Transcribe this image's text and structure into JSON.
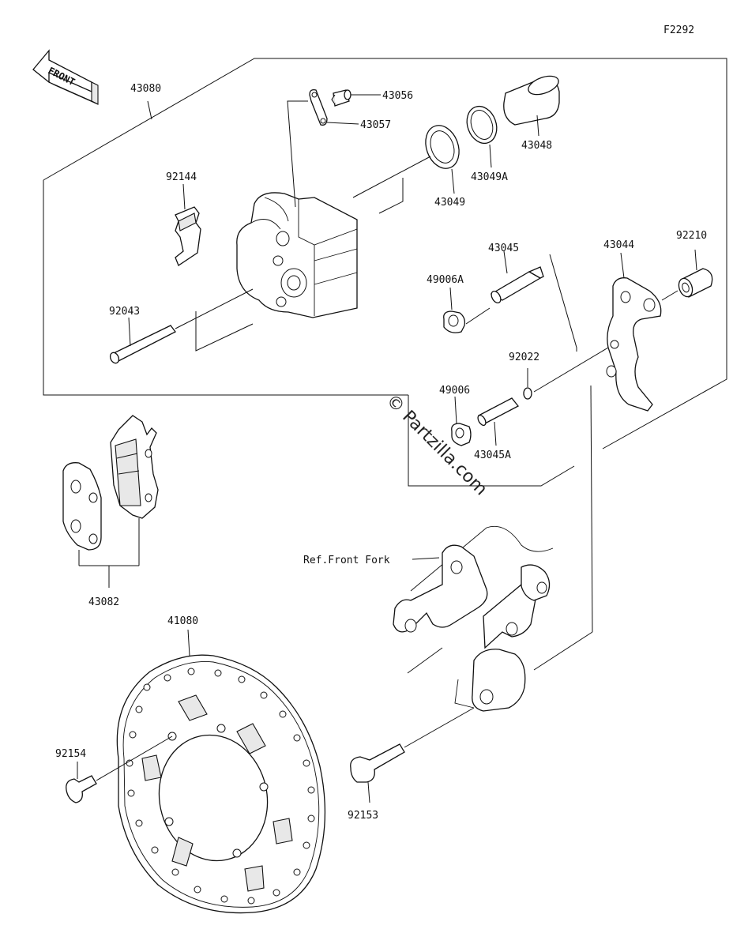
{
  "figure_code": "F2292",
  "direction_label": "FRONT",
  "watermark": "© Partzilla.com",
  "parts": {
    "p43080": "43080",
    "p43056": "43056",
    "p43057": "43057",
    "p43048": "43048",
    "p43049A": "43049A",
    "p43049": "43049",
    "p92144": "92144",
    "p43045": "43045",
    "p43044": "43044",
    "p92210": "92210",
    "p49006A": "49006A",
    "p92043": "92043",
    "p92022": "92022",
    "p49006": "49006",
    "p43045A": "43045A",
    "p43082": "43082",
    "p41080": "41080",
    "ref_front_fork": "Ref.Front Fork",
    "p92154": "92154",
    "p92153": "92153"
  }
}
